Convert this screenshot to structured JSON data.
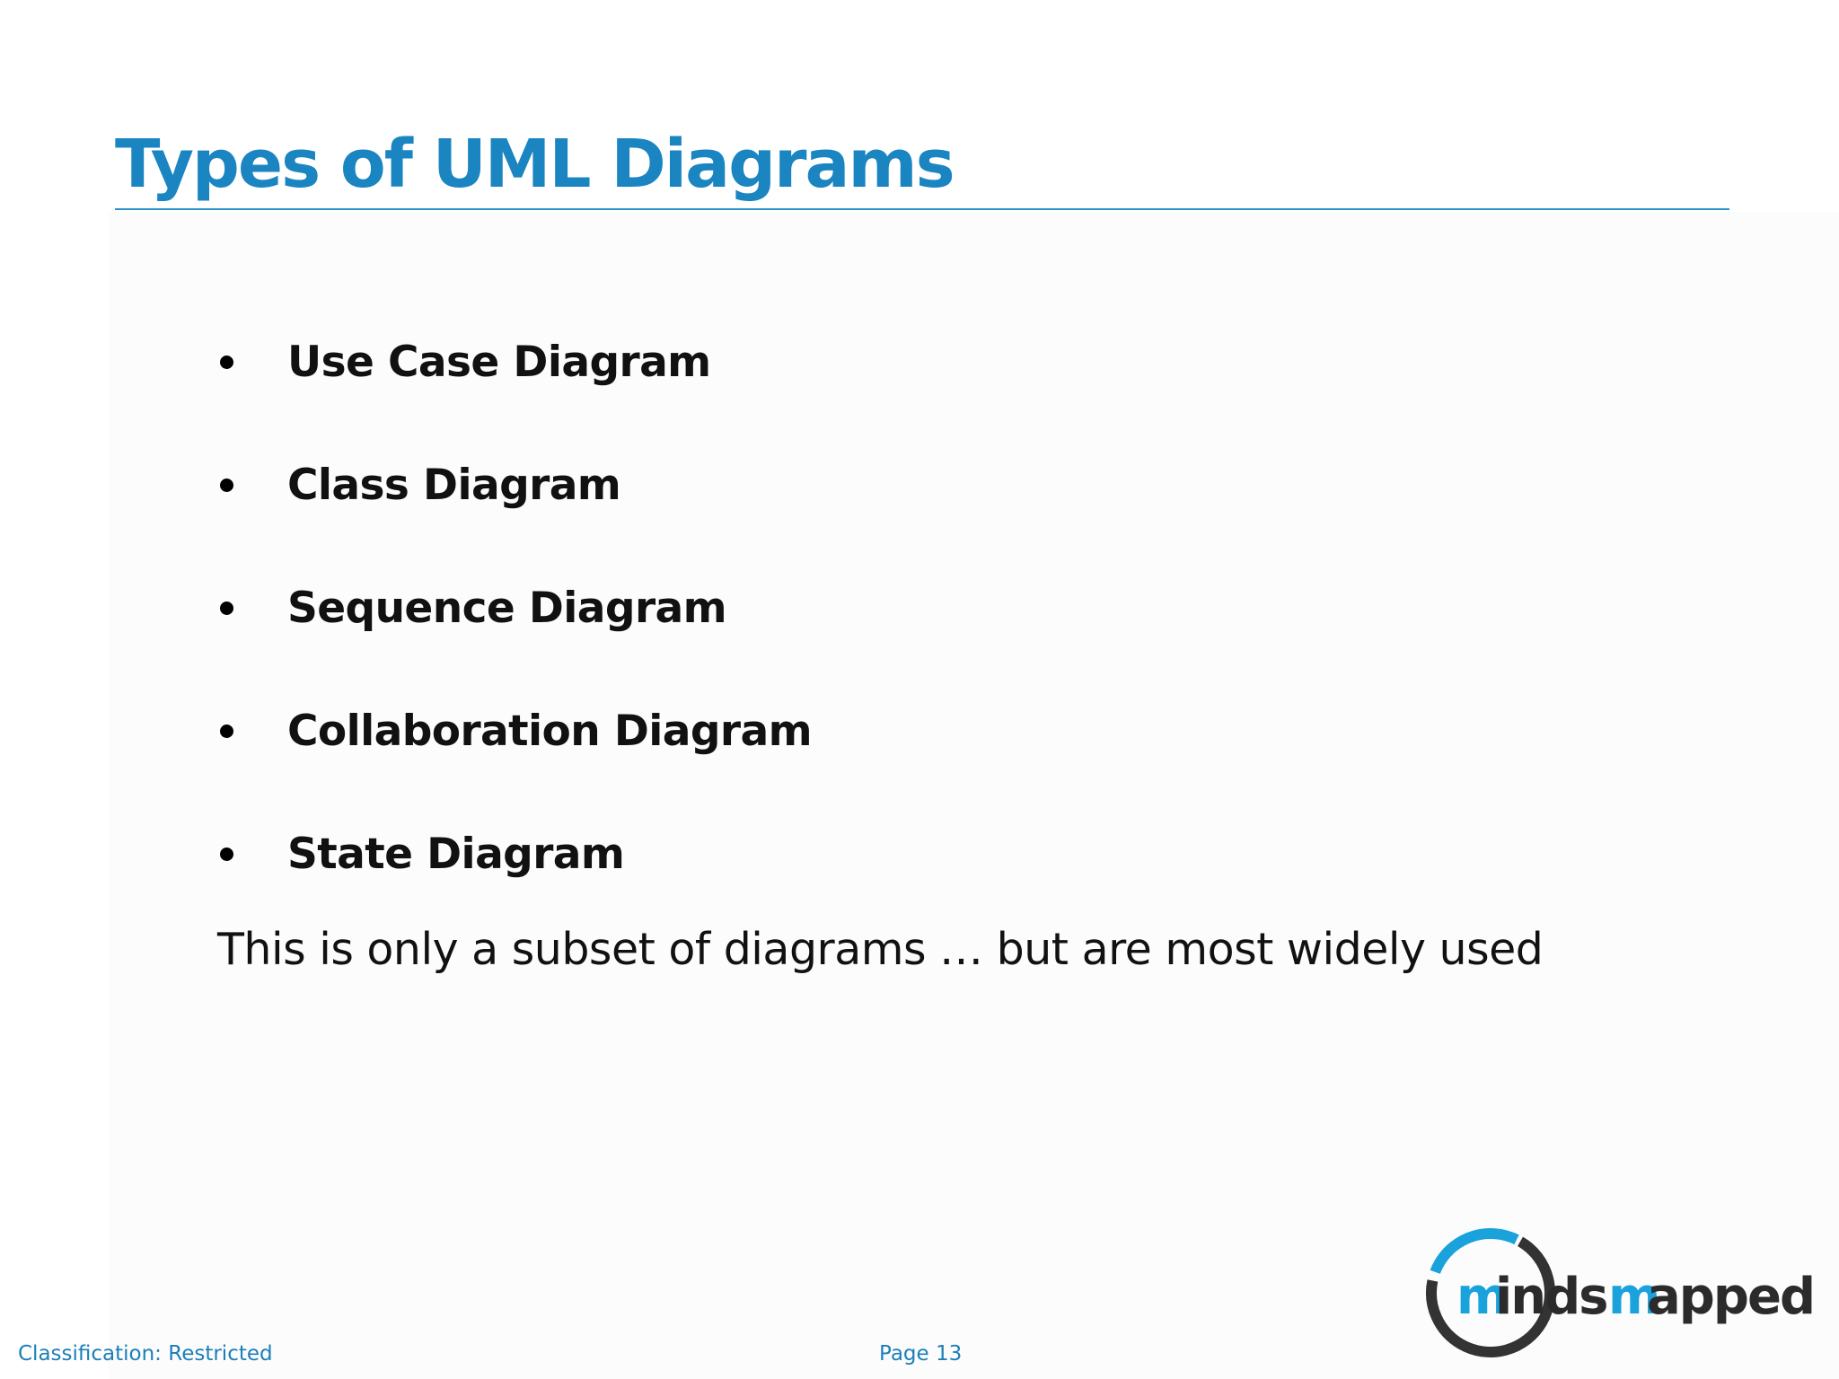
{
  "slide": {
    "title": "Types of UML Diagrams",
    "bullets": [
      "Use Case Diagram",
      "Class Diagram",
      "Sequence Diagram",
      "Collaboration Diagram",
      "State Diagram"
    ],
    "summary": "This is only a subset of diagrams … but are most widely used"
  },
  "footer": {
    "classification": "Classification: Restricted",
    "page": "Page 13"
  },
  "logo": {
    "text": "mindsmapped",
    "colors": {
      "ring_dark": "#333333",
      "ring_blue": "#1aa2dc",
      "text_dark": "#2b2b2b",
      "text_blue": "#1aa2dc"
    }
  },
  "colors": {
    "title": "#1a85c1",
    "rule": "#2d93cb",
    "footer": "#1c7fb9",
    "body_text": "#111111"
  }
}
